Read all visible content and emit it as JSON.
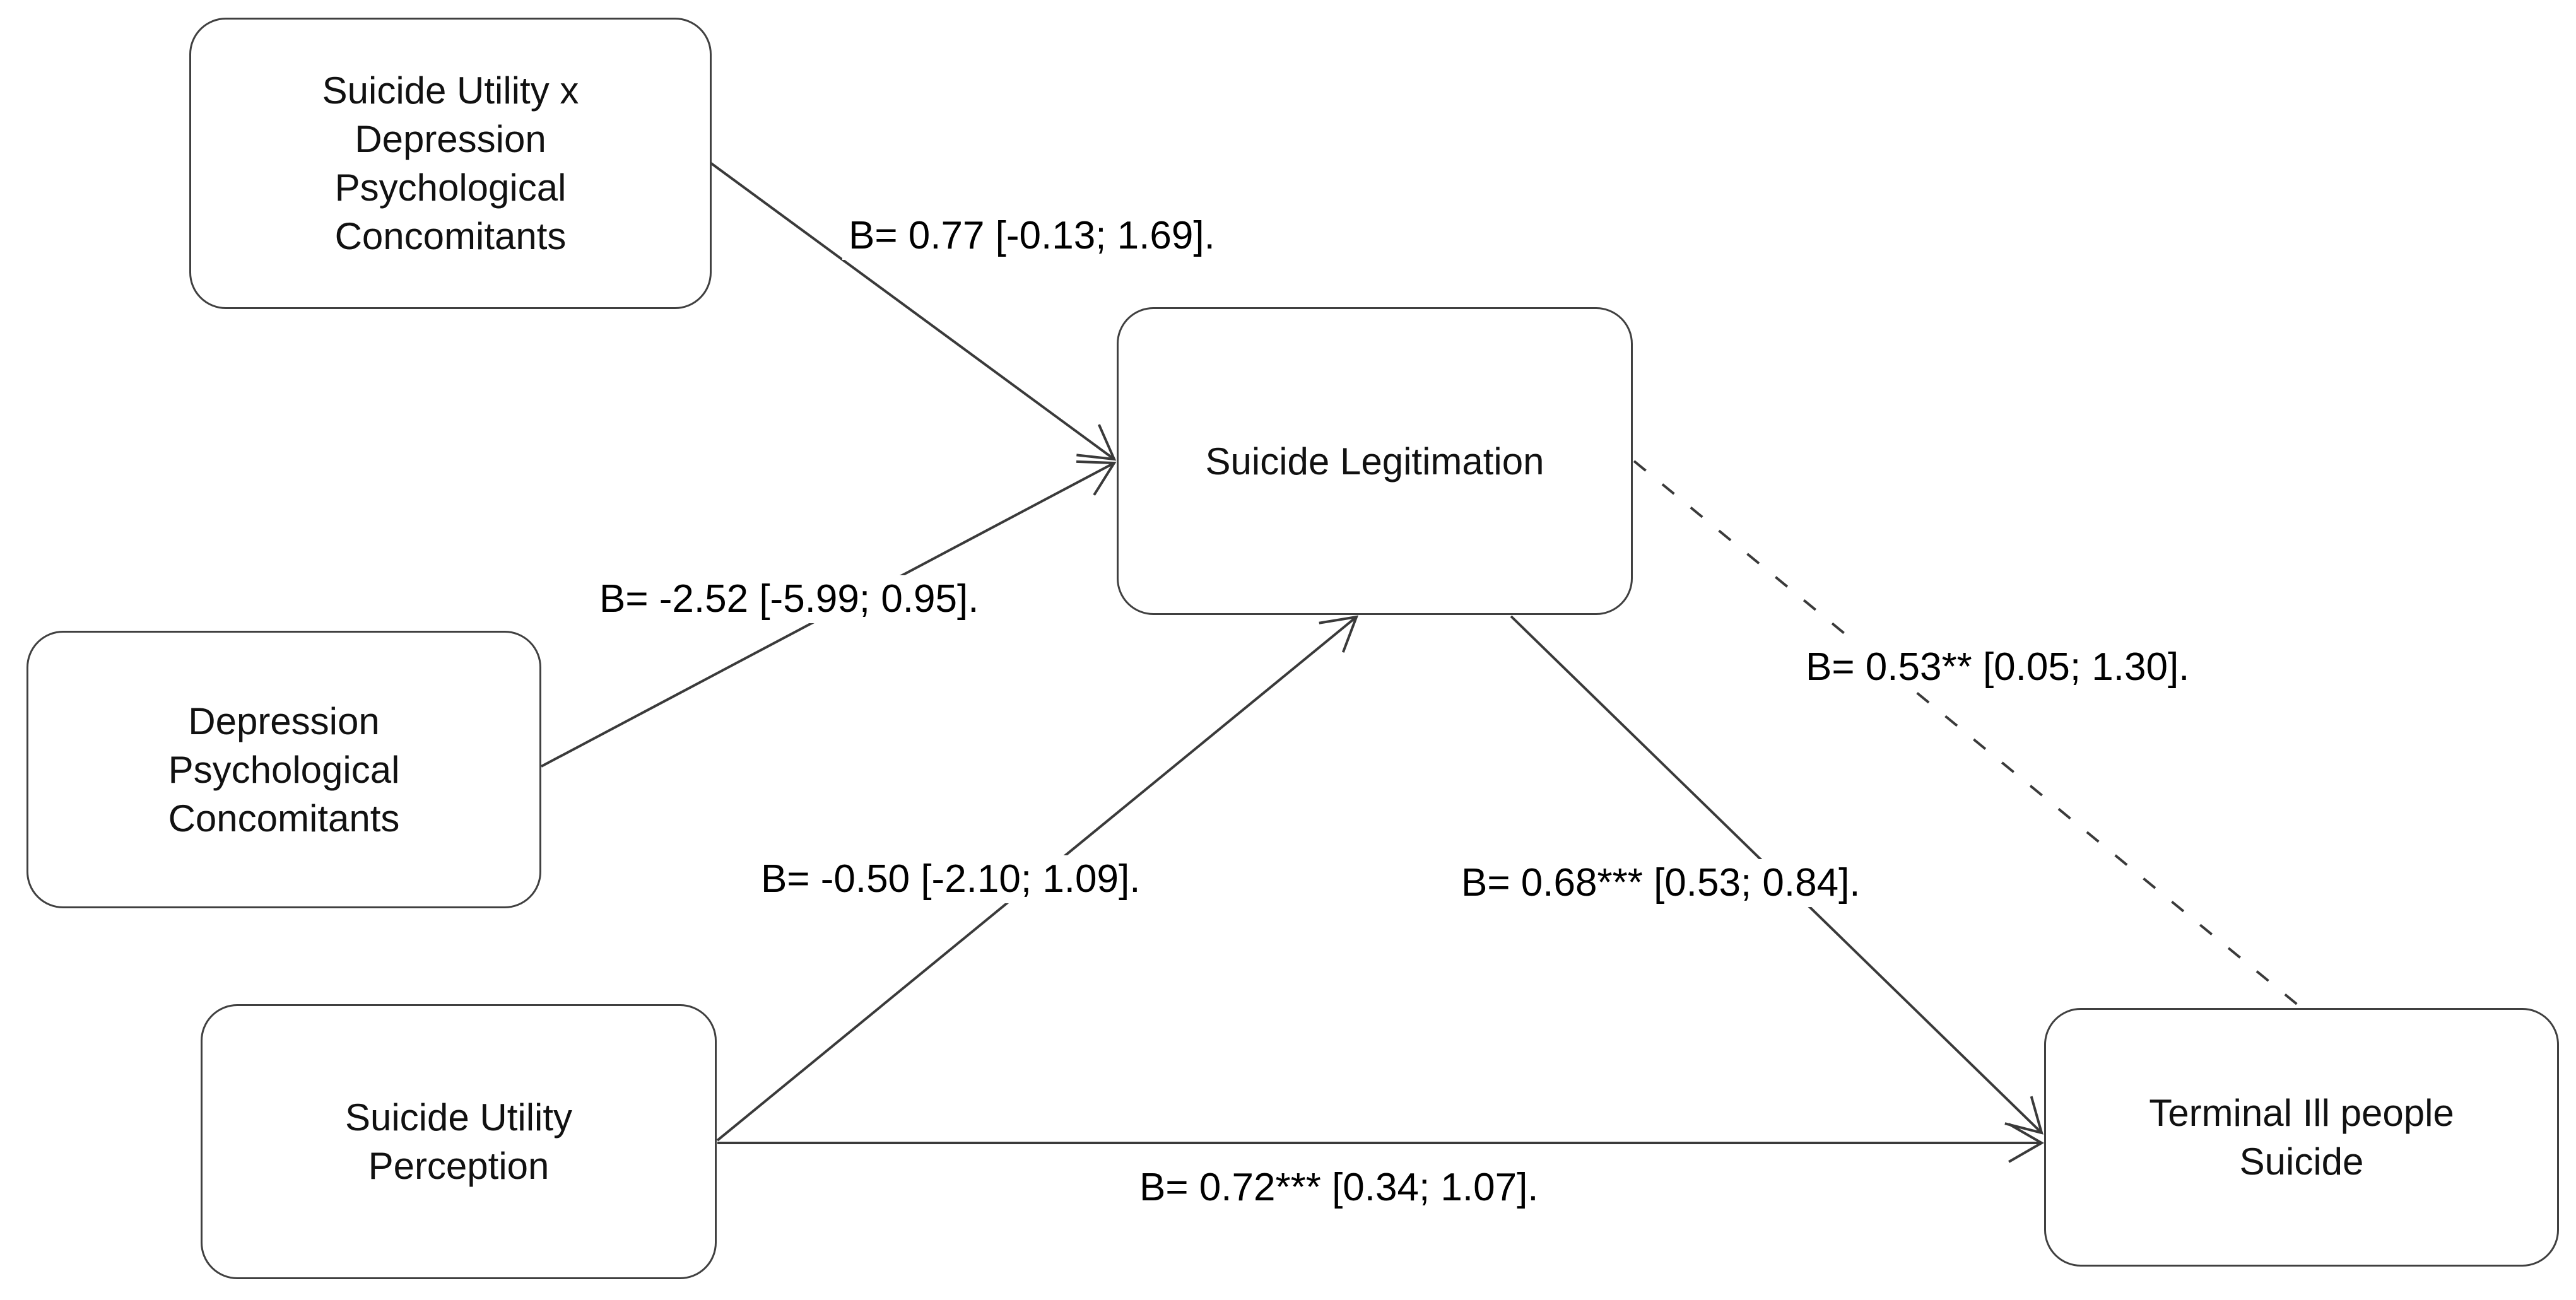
{
  "nodes": {
    "interaction": {
      "lines": [
        "Suicide Utility x",
        "Depression",
        "Psychological",
        "Concomitants"
      ]
    },
    "depression": {
      "lines": [
        "Depression",
        "Psychological",
        "Concomitants"
      ]
    },
    "suicide_utility": {
      "lines": [
        "Suicide Utility",
        "Perception"
      ]
    },
    "legitimation": {
      "lines": [
        "Suicide Legitimation"
      ]
    },
    "terminal_ill": {
      "lines": [
        "Terminal Ill people",
        "Suicide"
      ]
    }
  },
  "edges": {
    "interaction_to_legitimation": {
      "label": "B= 0.77 [-0.13; 1.69].",
      "style": "solid-arrow"
    },
    "depression_to_legitimation": {
      "label": "B= -2.52 [-5.99; 0.95].",
      "style": "solid-arrow"
    },
    "suicide_utility_to_legitimation": {
      "label": "B= -0.50 [-2.10; 1.09].",
      "style": "solid-arrow"
    },
    "legitimation_to_terminal_ill": {
      "label": "B= 0.68*** [0.53; 0.84].",
      "style": "solid-arrow"
    },
    "legitimation_to_terminal_ill_dashed": {
      "label": "B= 0.53** [0.05; 1.30].",
      "style": "dashed"
    },
    "suicide_utility_to_terminal_ill": {
      "label": "B= 0.72*** [0.34; 1.07].",
      "style": "solid-arrow"
    }
  },
  "colors": {
    "background": "#ffffff",
    "stroke": "#3a3a3a",
    "text": "#000000"
  }
}
